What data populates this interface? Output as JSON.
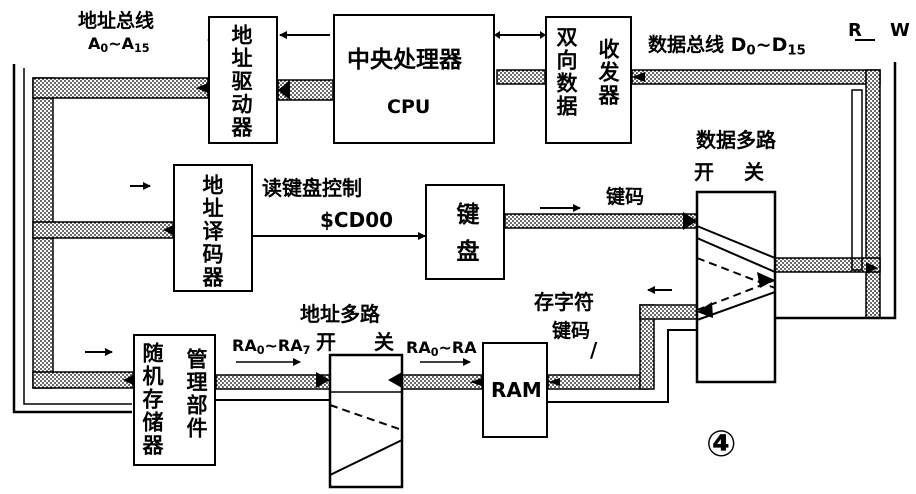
{
  "labels": {
    "addr_bus": "地址总线",
    "addr_range_main": "A",
    "addr_range_s0": "0",
    "addr_range_tilde": "~A",
    "addr_range_s15": "15",
    "data_bus": "数据总线 D",
    "data_bus_s0": "0",
    "data_bus_tilde": "~D",
    "data_bus_s15": "15",
    "rw_r": "R",
    "rw_w": "W",
    "kbd_read_ctrl": "读键盘控制",
    "kbd_address": "$CD00",
    "key_code_top": "键码",
    "data_mux_line1": "数据多路",
    "data_mux_kai": "开",
    "data_mux_guan": "关",
    "addr_mux_line1": "地址多路",
    "addr_mux_kai": "开",
    "addr_mux_guan": "关",
    "ra_left": "RA",
    "ra_left_s0": "0",
    "ra_left_tilde": "~RA",
    "ra_left_s7": "7",
    "ra_right": "RA",
    "ra_right_s0": "0",
    "ra_right_tilde": "~RA",
    "char_store_line1": "存字符",
    "char_store_line2": "键码",
    "char_store_slash": "/",
    "figure_number": "④"
  },
  "blocks": {
    "addr_driver": "地址驱动器",
    "cpu_line1": "中央处理器",
    "cpu_line2": "CPU",
    "bidir_data": "双向数据",
    "transceiver": "收发器",
    "addr_decoder": "地址译码器",
    "keyboard": "键盘",
    "ram_mgr_a": "随机存储器",
    "ram_mgr_b": "管理部件",
    "ram": "RAM"
  }
}
